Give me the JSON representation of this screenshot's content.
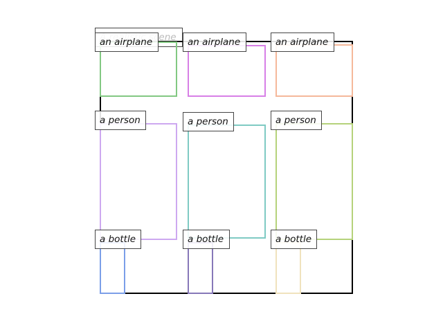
{
  "caption": "A realistic scene",
  "objects": [
    {
      "label": "an airplane",
      "color": "#82c882"
    },
    {
      "label": "an airplane",
      "color": "#d77fe6"
    },
    {
      "label": "an airplane",
      "color": "#f5b89a"
    },
    {
      "label": "a person",
      "color": "#cda8f0"
    },
    {
      "label": "a person",
      "color": "#7ecac3"
    },
    {
      "label": "a person",
      "color": "#b5d27a"
    },
    {
      "label": "a bottle",
      "color": "#7b9ee8"
    },
    {
      "label": "a bottle",
      "color": "#8677b8"
    },
    {
      "label": "a bottle",
      "color": "#f0e2bd"
    }
  ]
}
